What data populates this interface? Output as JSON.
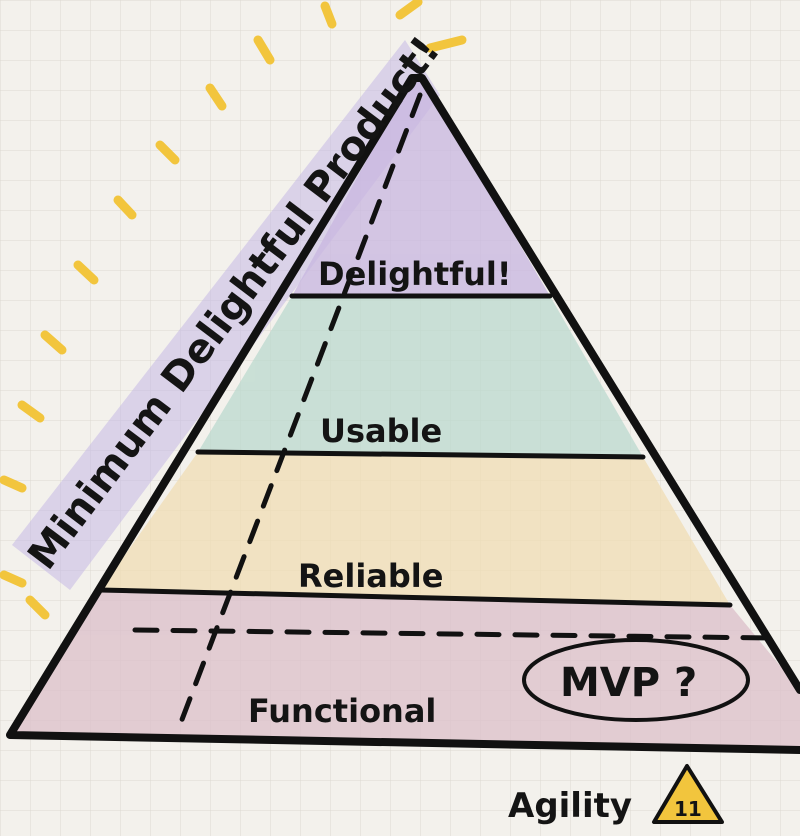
{
  "diagram": {
    "arc_label": "Minimum Delightful Product!",
    "layers": [
      {
        "label": "Delightful!",
        "color": "#c8b6e0"
      },
      {
        "label": "Usable",
        "color": "#bcd9cf"
      },
      {
        "label": "Reliable",
        "color": "#f1ddb4"
      },
      {
        "label": "Functional",
        "color": "#dcbfca"
      }
    ],
    "mvp_label": "MVP ?",
    "highlight_color": "#f2c53d",
    "arc_band_color": "#c5b8e6",
    "footer": {
      "brand": "Agility",
      "badge_number": "11"
    }
  }
}
